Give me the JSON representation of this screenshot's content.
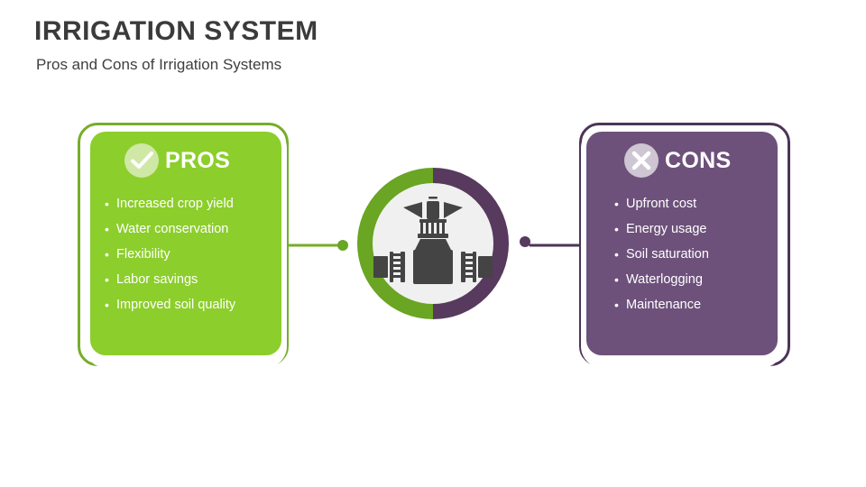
{
  "header": {
    "title": "IRRIGATION SYSTEM",
    "subtitle": "Pros and Cons of Irrigation Systems"
  },
  "pros": {
    "label": "PROS",
    "icon": "check-circle-icon",
    "items": [
      "Increased crop yield",
      "Water conservation",
      "Flexibility",
      "Labor savings",
      "Improved soil quality"
    ]
  },
  "cons": {
    "label": "CONS",
    "icon": "x-circle-icon",
    "items": [
      "Upfront cost",
      "Energy usage",
      "Soil saturation",
      "Waterlogging",
      "Maintenance"
    ]
  },
  "center": {
    "icon": "pipe-valve-icon"
  },
  "colors": {
    "green_fill": "#8CCE2B",
    "green_outline": "#76AD2A",
    "green_ring": "#6AA523",
    "green_badge": "#CFE8A6",
    "purple_fill": "#6D517B",
    "purple_outline": "#4C3456",
    "purple_ring": "#573A5E",
    "purple_badge": "#CEC6D3",
    "hub_inner": "#F0F0F0",
    "icon_dark": "#444444",
    "title_text": "#3B3B3B",
    "body_text": "#FFFFFF",
    "background": "#FFFFFF"
  }
}
